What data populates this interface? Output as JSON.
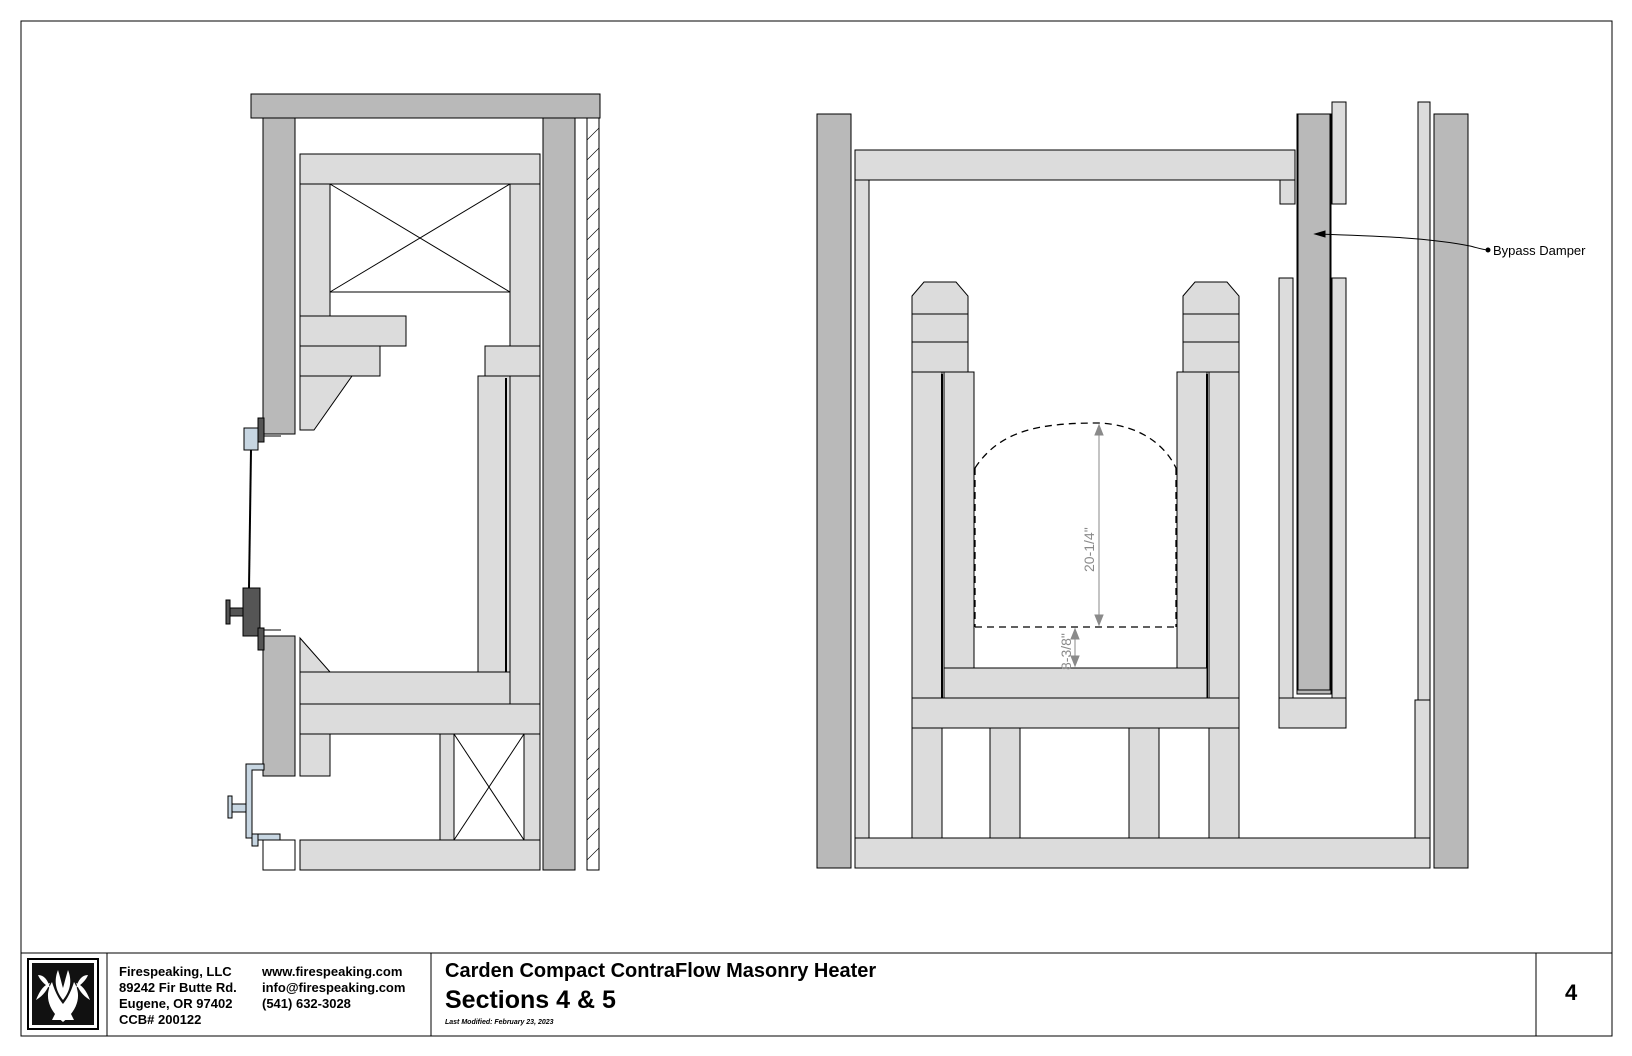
{
  "annotations": {
    "bypass_damper": "Bypass Damper",
    "dim_height": "20-1/4\"",
    "dim_low": "8-3/8\""
  },
  "title_block": {
    "company_lines": [
      "Firespeaking, LLC",
      "89242 Fir Butte Rd.",
      "Eugene, OR 97402",
      "CCB# 200122"
    ],
    "contact_lines": [
      "www.firespeaking.com",
      "info@firespeaking.com",
      "(541) 632-3028"
    ],
    "title": "Carden Compact ContraFlow Masonry Heater",
    "subtitle": "Sections 4 & 5",
    "last_modified": "Last Modified: February 23, 2023",
    "page_number": "4"
  },
  "colors": {
    "dark_gray": "#b9b9b9",
    "light_gray": "#dcdcdc",
    "outline": "#000000",
    "glass_blue": "#c7d6e2",
    "hardware": "#555555",
    "dim_gray": "#8a8a8a"
  }
}
